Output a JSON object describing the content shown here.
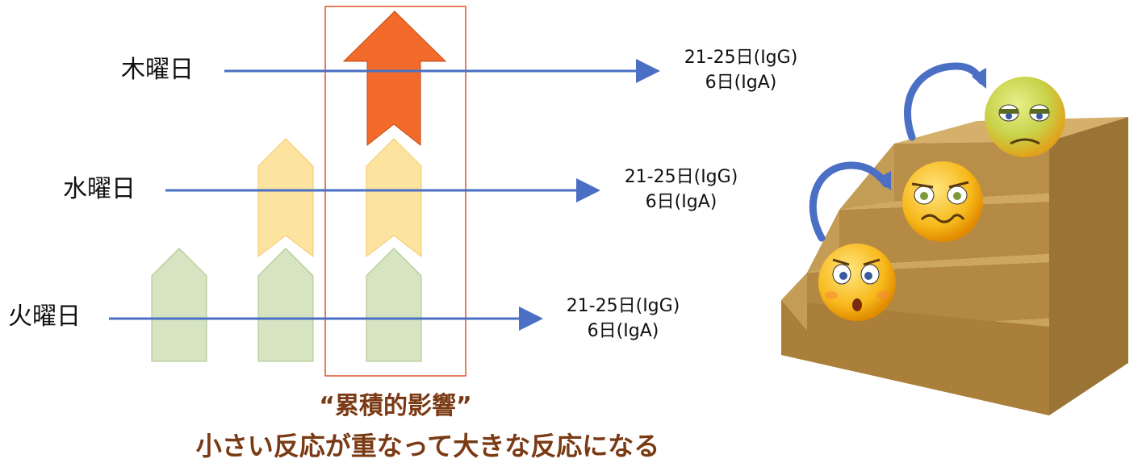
{
  "days": [
    {
      "label": "木曜日",
      "igg": "21-25日(IgG)",
      "iga": "6日(IgA)"
    },
    {
      "label": "水曜日",
      "igg": "21-25日(IgG)",
      "iga": "6日(IgA)"
    },
    {
      "label": "火曜日",
      "igg": "21-25日(IgG)",
      "iga": "6日(IgA)"
    }
  ],
  "caption": {
    "title": "“累積的影響”",
    "subtitle": "小さい反応が重なって大きな反応になる"
  },
  "colors": {
    "line": "#4a6fc4",
    "green_arrow": "#d6e4c2",
    "yellow_arrow": "#fde3a0",
    "orange_arrow": "#f26b2a",
    "highlight_box": "#e0502a",
    "stairs_top": "#c9a45a",
    "stairs_side": "#a07a38",
    "caption_text": "#7a3a14"
  },
  "icons": [
    "worried-face-icon",
    "confused-face-icon",
    "sick-face-icon",
    "curved-arrow-icon"
  ]
}
